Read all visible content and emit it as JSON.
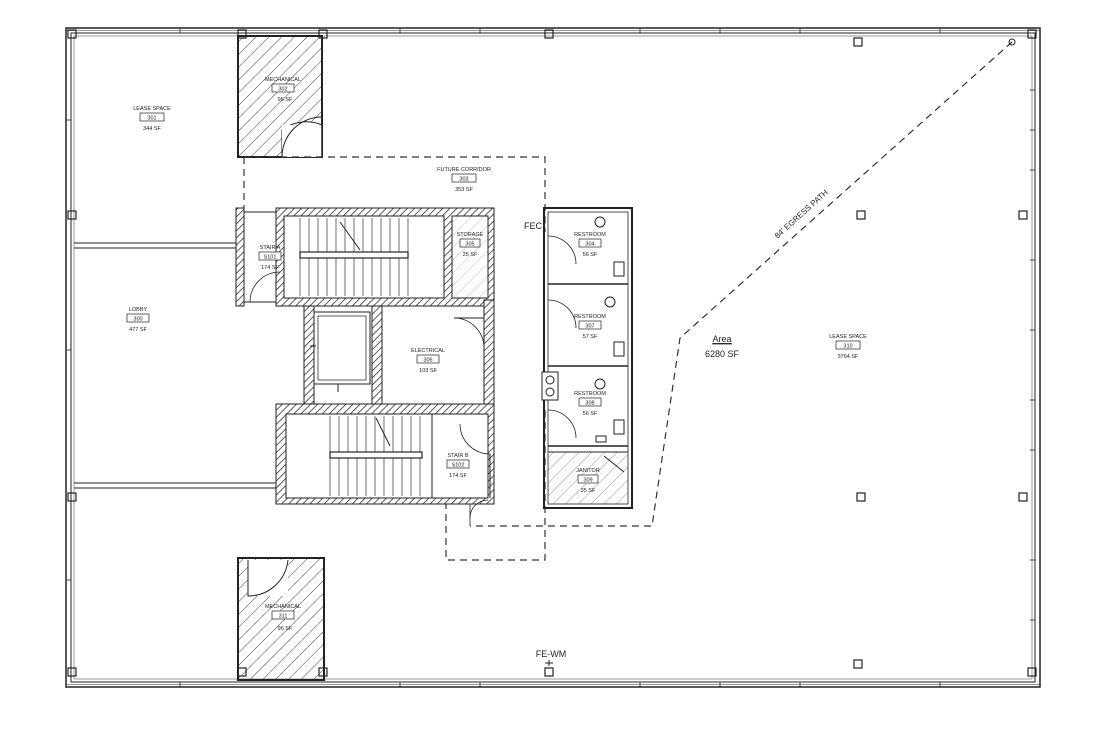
{
  "floor_plan": {
    "rooms": {
      "lease_301": {
        "name": "LEASE SPACE",
        "number": "301",
        "area": "344 SF"
      },
      "mech_302": {
        "name": "MECHANICAL",
        "number": "302",
        "area": "96 SF"
      },
      "corridor_303": {
        "name": "FUTURE CORRIDOR",
        "number": "303",
        "area": "353 SF"
      },
      "restroom_304": {
        "name": "RESTROOM",
        "number": "304",
        "area": "56 SF"
      },
      "storage_305": {
        "name": "STORAGE",
        "number": "305",
        "area": "25 SF"
      },
      "electrical_306": {
        "name": "ELECTRICAL",
        "number": "306",
        "area": "103 SF"
      },
      "restroom_307": {
        "name": "RESTROOM",
        "number": "307",
        "area": "57 SF"
      },
      "restroom_308": {
        "name": "RESTROOM",
        "number": "308",
        "area": "56 SF"
      },
      "janitor_309": {
        "name": "JANITOR",
        "number": "309",
        "area": "35 SF"
      },
      "lease_310": {
        "name": "LEASE SPACE",
        "number": "310",
        "area": "3764 SF"
      },
      "mech_311": {
        "name": "MECHANICAL",
        "number": "311",
        "area": "96 SF"
      },
      "lobby_300": {
        "name": "LOBBY",
        "number": "300",
        "area": "477 SF"
      },
      "stair_a": {
        "name": "STAIR A",
        "number": "S101",
        "area": "174 SF"
      },
      "stair_b": {
        "name": "STAIR B",
        "number": "S102",
        "area": "174 SF"
      }
    },
    "area_summary": {
      "title": "Area",
      "value": "6280 SF"
    },
    "egress_path_label": "84' EGRESS PATH",
    "fec_label": "FEC",
    "fe_wm_label": "FE-WM"
  }
}
